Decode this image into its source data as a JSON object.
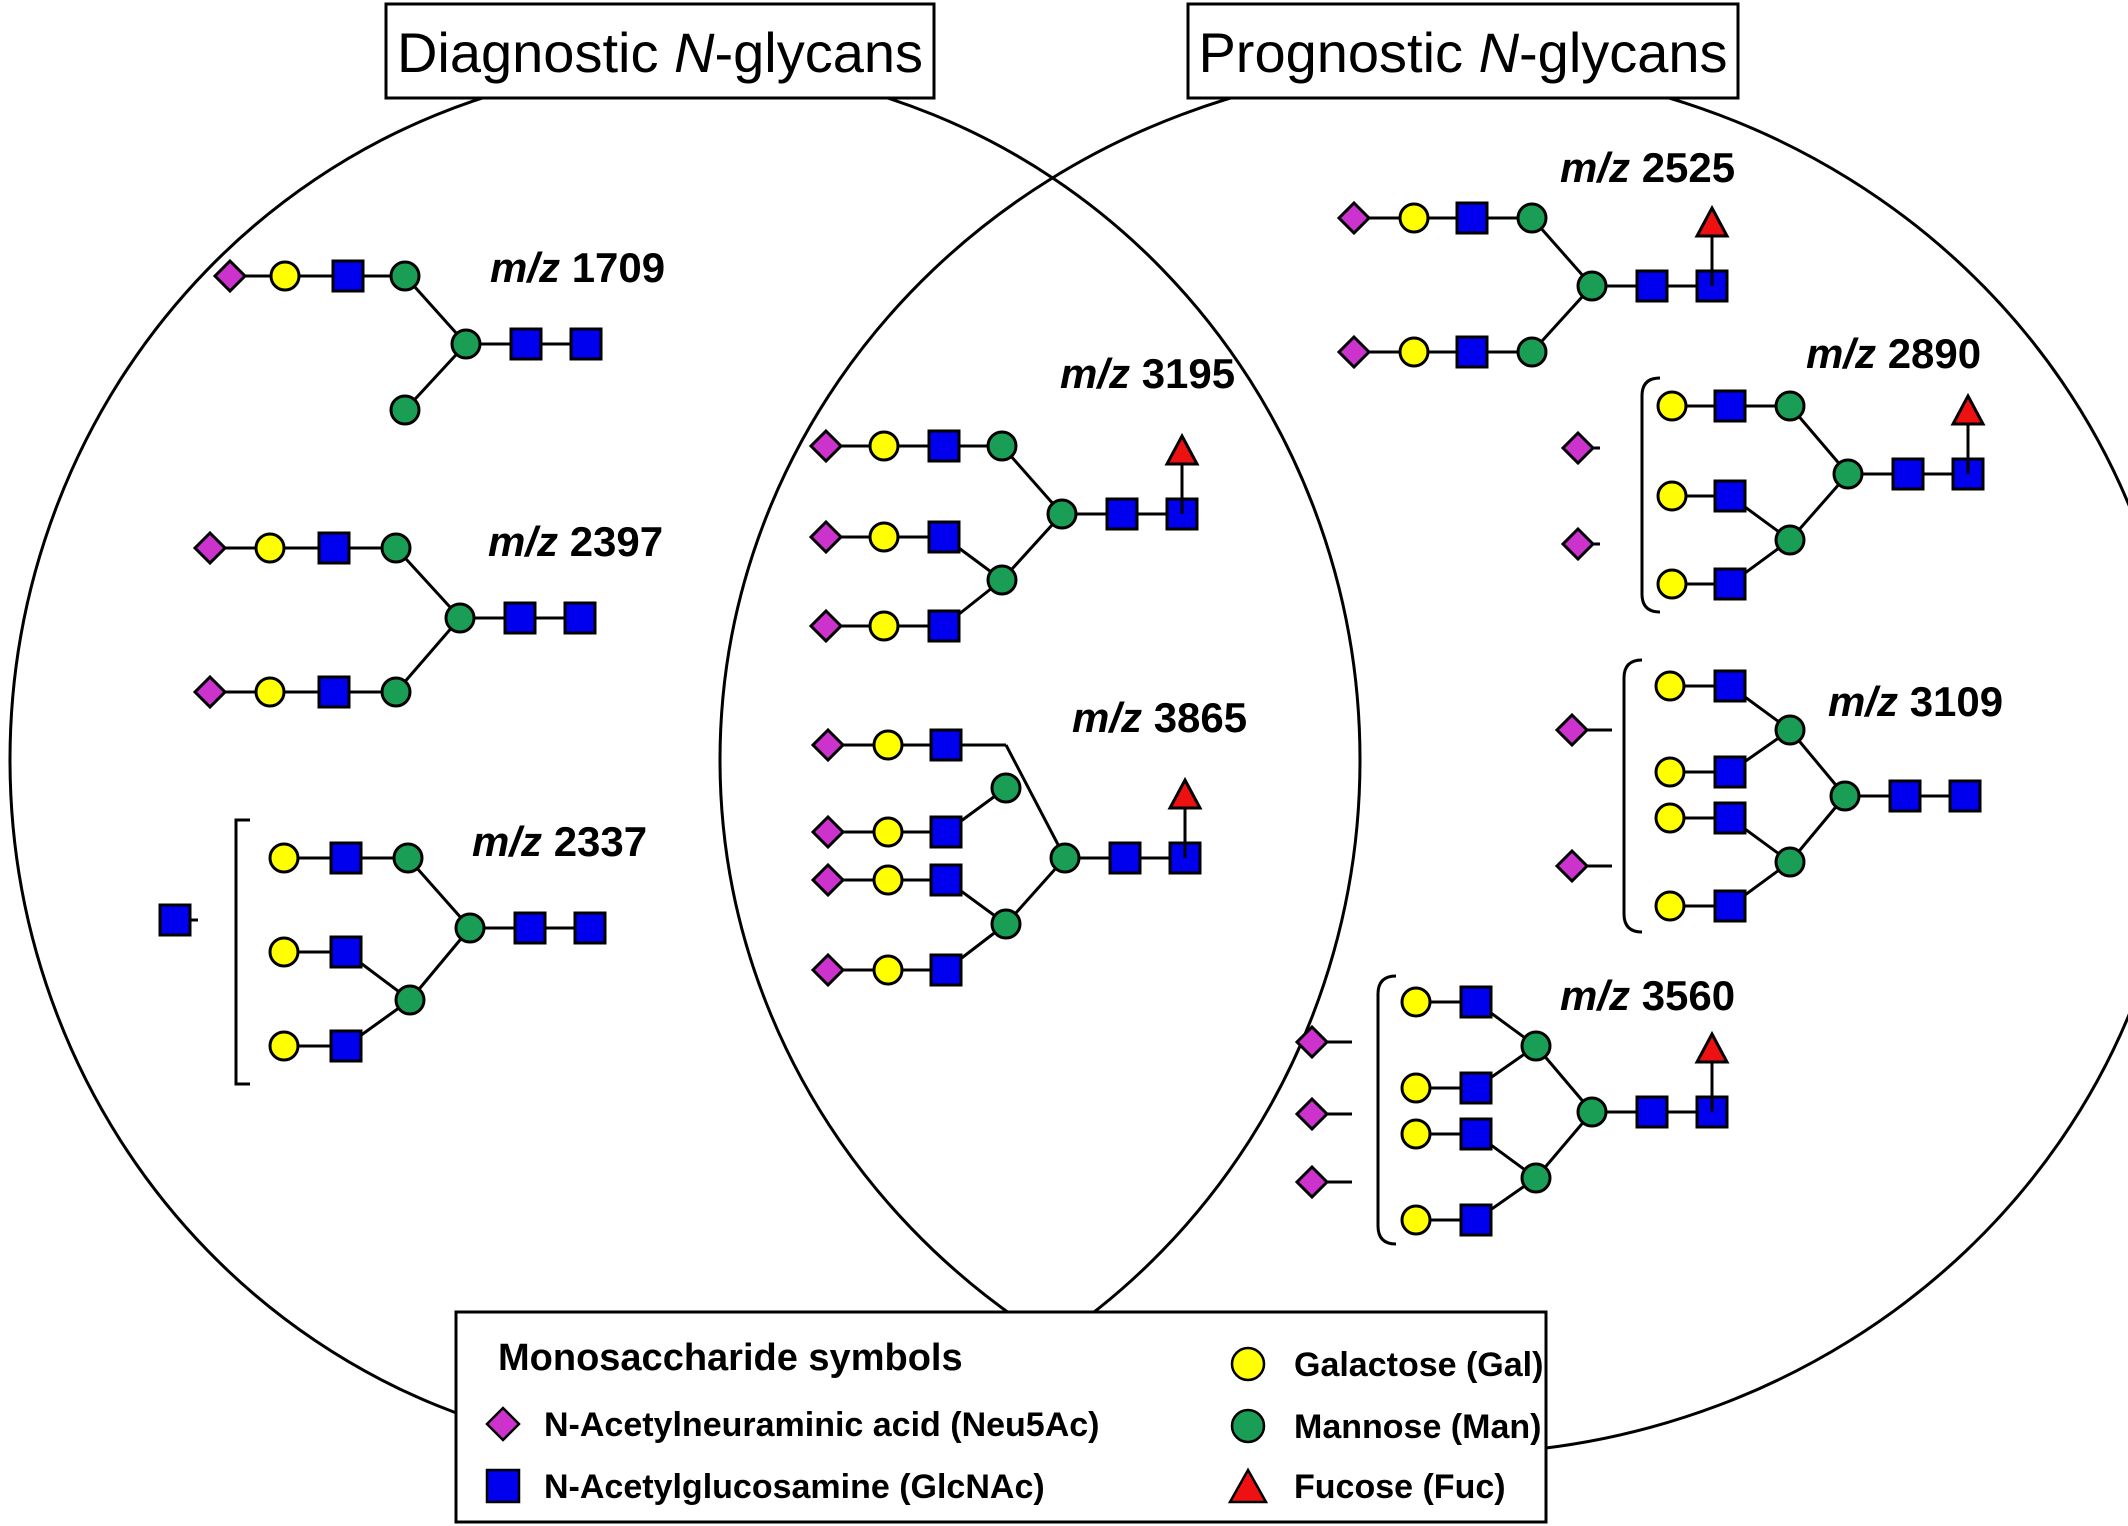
{
  "titles": {
    "diagnostic": {
      "prefix": "Diagnostic ",
      "italic": "N",
      "suffix": "-glycans"
    },
    "prognostic": {
      "prefix": "Prognostic ",
      "italic": "N",
      "suffix": "-glycans"
    }
  },
  "mz_prefix": "m/z",
  "glycans": {
    "g1709": "1709",
    "g2397": "2397",
    "g2337": "2337",
    "g3195": "3195",
    "g3865": "3865",
    "g2525": "2525",
    "g2890": "2890",
    "g3109": "3109",
    "g3560": "3560"
  },
  "legend": {
    "title": "Monosaccharide symbols",
    "items": [
      {
        "key": "neu5ac",
        "label": "N-Acetylneuraminic acid (Neu5Ac)",
        "shape": "diamond",
        "color": "#cc33cc"
      },
      {
        "key": "glcnac",
        "label": "N-Acetylglucosamine (GlcNAc)",
        "shape": "square",
        "color": "#0000ee"
      },
      {
        "key": "gal",
        "label": "Galactose (Gal)",
        "shape": "circle",
        "color": "#ffff00"
      },
      {
        "key": "man",
        "label": "Mannose (Man)",
        "shape": "circle",
        "color": "#1a9e55"
      },
      {
        "key": "fuc",
        "label": "Fucose (Fuc)",
        "shape": "triangle",
        "color": "#ee1111"
      }
    ]
  },
  "colors": {
    "neu5ac": "#cc33cc",
    "glcnac": "#0000ee",
    "gal": "#ffff00",
    "man": "#1a9e55",
    "fuc": "#ee1111",
    "outline": "#000000"
  }
}
